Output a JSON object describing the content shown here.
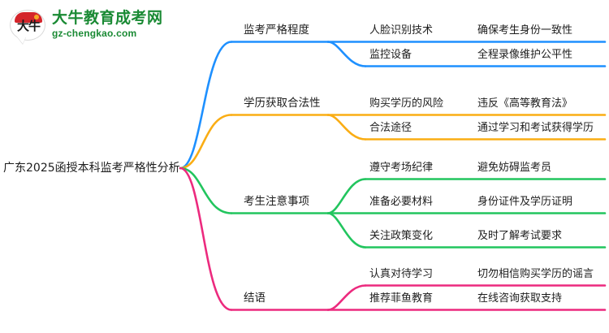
{
  "logo": {
    "mark_text": "大牛",
    "name_cn": "大牛教育成考网",
    "name_en": "gz-chengkao.com",
    "brand_green": "#1a8a34",
    "brand_red": "#d4242a"
  },
  "mindmap": {
    "root": "广东2025函授本科监考严格性分析",
    "branches": [
      {
        "label": "监考严格程度",
        "color": "#1e90ff",
        "children": [
          {
            "label": "人脸识别技术",
            "detail": "确保考生身份一致性"
          },
          {
            "label": "监控设备",
            "detail": "全程录像维护公平性"
          }
        ]
      },
      {
        "label": "学历获取合法性",
        "color": "#faad14",
        "children": [
          {
            "label": "购买学历的风险",
            "detail": "违反《高等教育法》"
          },
          {
            "label": "合法途径",
            "detail": "通过学习和考试获得学历"
          }
        ]
      },
      {
        "label": "考生注意事项",
        "color": "#22c55e",
        "children": [
          {
            "label": "遵守考场纪律",
            "detail": "避免妨碍监考员"
          },
          {
            "label": "准备必要材料",
            "detail": "身份证件及学历证明"
          },
          {
            "label": "关注政策变化",
            "detail": "及时了解考试要求"
          }
        ]
      },
      {
        "label": "结语",
        "color": "#ec2a7e",
        "children": [
          {
            "label": "认真对待学习",
            "detail": "切勿相信购买学历的谣言"
          },
          {
            "label": "推荐菲鱼教育",
            "detail": "在线咨询获取支持"
          }
        ]
      }
    ]
  }
}
